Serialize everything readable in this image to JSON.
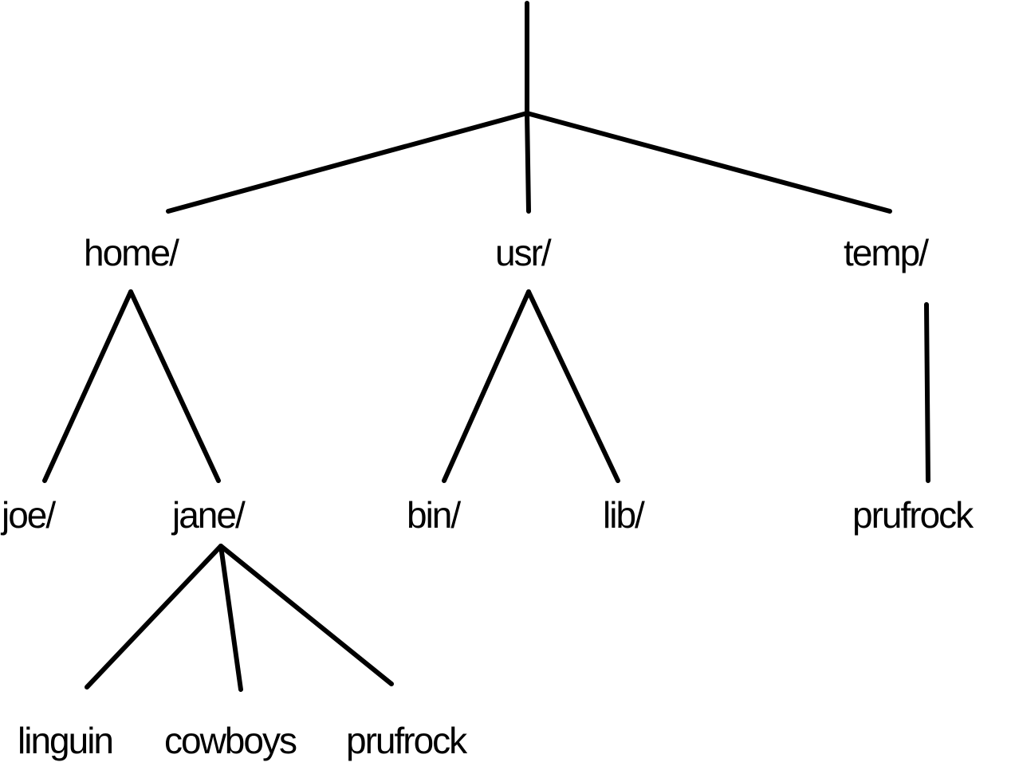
{
  "tree": {
    "nodes": [
      {
        "id": "home",
        "label": "home/"
      },
      {
        "id": "usr",
        "label": "usr/"
      },
      {
        "id": "temp",
        "label": "temp/"
      },
      {
        "id": "joe",
        "label": "joe/"
      },
      {
        "id": "jane",
        "label": "jane/"
      },
      {
        "id": "bin",
        "label": "bin/"
      },
      {
        "id": "lib",
        "label": "lib/"
      },
      {
        "id": "temp_prufrock",
        "label": "prufrock"
      },
      {
        "id": "linguin",
        "label": "linguin"
      },
      {
        "id": "cowboys",
        "label": "cowboys"
      },
      {
        "id": "jane_prufrock",
        "label": "prufrock"
      }
    ],
    "edges": [
      {
        "from": "root",
        "to": "home"
      },
      {
        "from": "root",
        "to": "usr"
      },
      {
        "from": "root",
        "to": "temp"
      },
      {
        "from": "home",
        "to": "joe"
      },
      {
        "from": "home",
        "to": "jane"
      },
      {
        "from": "usr",
        "to": "bin"
      },
      {
        "from": "usr",
        "to": "lib"
      },
      {
        "from": "temp",
        "to": "temp_prufrock"
      },
      {
        "from": "jane",
        "to": "linguin"
      },
      {
        "from": "jane",
        "to": "cowboys"
      },
      {
        "from": "jane",
        "to": "jane_prufrock"
      }
    ]
  }
}
